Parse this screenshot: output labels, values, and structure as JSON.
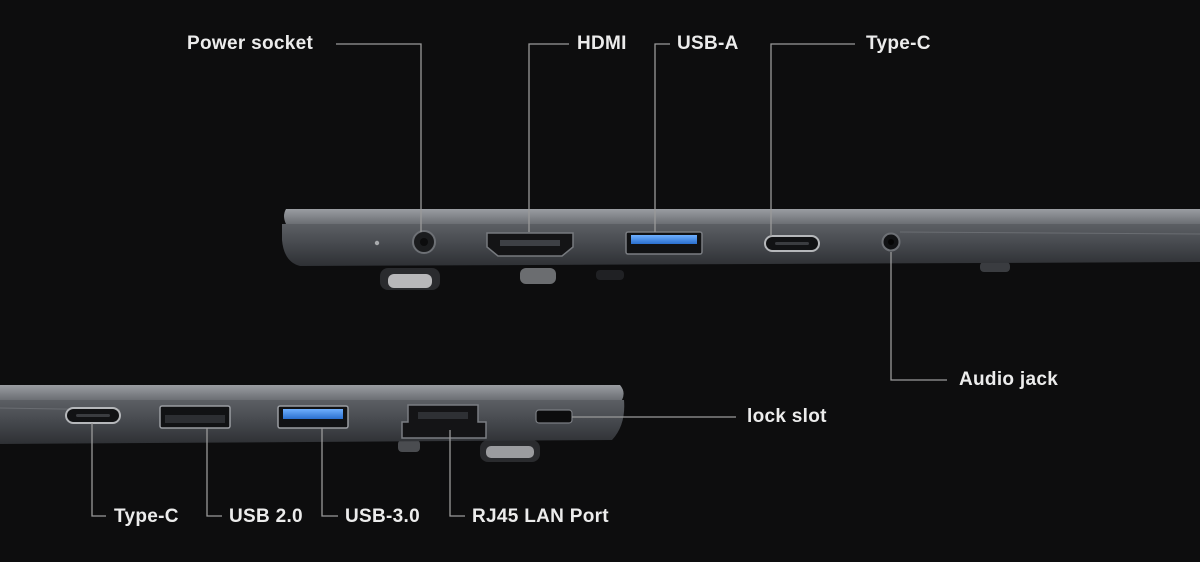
{
  "top_view": {
    "labels": {
      "power_socket": "Power socket",
      "hdmi": "HDMI",
      "usb_a": "USB-A",
      "type_c": "Type-C",
      "audio_jack": "Audio jack"
    }
  },
  "bottom_view": {
    "labels": {
      "type_c": "Type-C",
      "usb_2": "USB 2.0",
      "usb_3": "USB-3.0",
      "rj45": "RJ45 LAN Port",
      "lock_slot": "lock slot"
    }
  },
  "colors": {
    "background": "#0d0d0e",
    "chassis": "#4a4d52",
    "usb3_accent": "#3d86e0",
    "label_text": "#ececec",
    "leader_line": "#9a9a9a"
  }
}
